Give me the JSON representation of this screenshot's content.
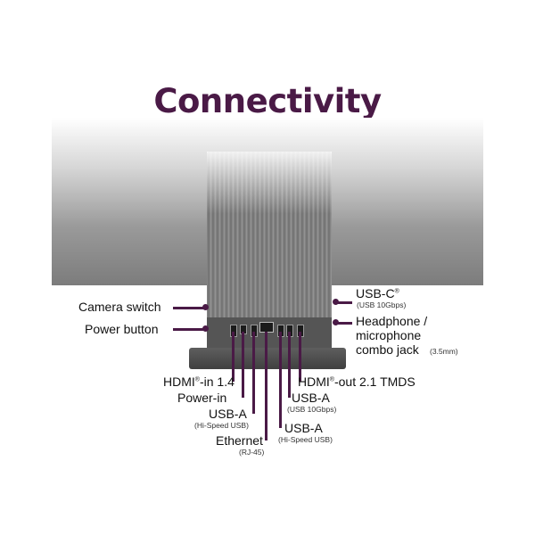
{
  "title": "Connectivity",
  "left_labels": {
    "camera_switch": "Camera switch",
    "power_button": "Power button"
  },
  "right_labels": {
    "usbc": "USB-C",
    "usbc_reg": "®",
    "usbc_sub": "(USB 10Gbps)",
    "headphone_line1": "Headphone /",
    "headphone_line2": "microphone",
    "headphone_line3": "combo jack",
    "headphone_sub": "(3.5mm)"
  },
  "bottom_labels": {
    "hdmi_in": "HDMI",
    "hdmi_in_reg": "®",
    "hdmi_in_rest": "-in 1.4",
    "power_in": "Power-in",
    "usba_left": "USB-A",
    "usba_left_sub": "(Hi-Speed USB)",
    "ethernet": "Ethernet",
    "ethernet_sub": "(RJ-45)",
    "usba_right_10": "USB-A",
    "usba_right_10_sub": "(USB 10Gbps)",
    "usba_right_hs": "USB-A",
    "usba_right_hs_sub": "(Hi-Speed USB)",
    "hdmi_out": "HDMI",
    "hdmi_out_reg": "®",
    "hdmi_out_rest": "-out 2.1 TMDS"
  },
  "colors": {
    "accent": "#4a1a46"
  }
}
